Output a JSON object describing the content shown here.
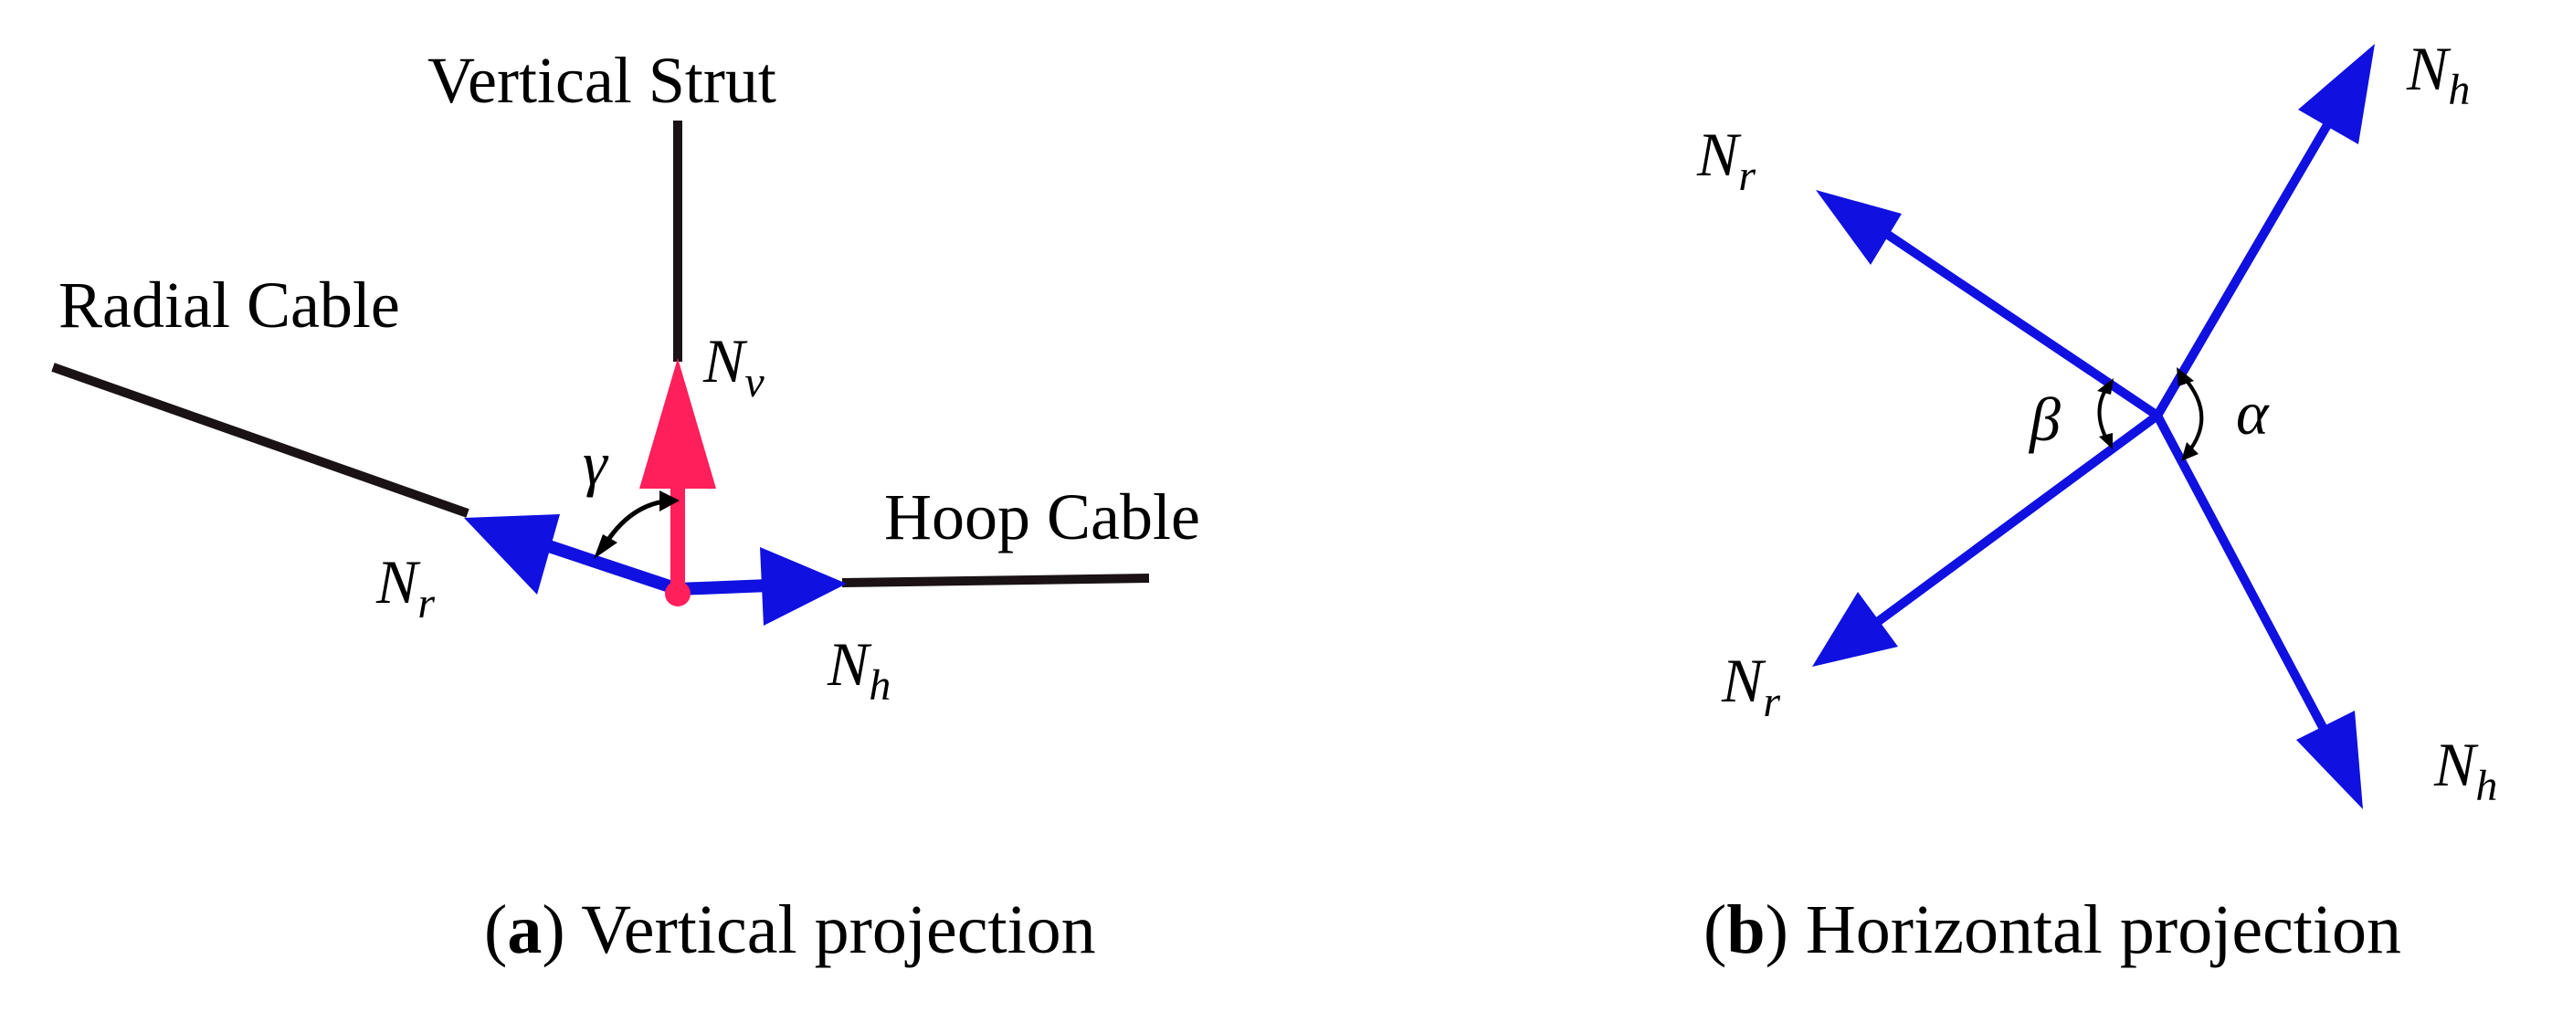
{
  "panel_a": {
    "label_vertical_strut": "Vertical Strut",
    "label_radial_cable": "Radial Cable",
    "label_hoop_cable": "Hoop Cable",
    "force_v": {
      "symbol": "N",
      "subscript": "v"
    },
    "force_r": {
      "symbol": "N",
      "subscript": "r"
    },
    "force_h": {
      "symbol": "N",
      "subscript": "h"
    },
    "angle_label": "γ",
    "caption": {
      "letter": "a",
      "text": " Vertical projection"
    }
  },
  "panel_b": {
    "force_h_top": {
      "symbol": "N",
      "subscript": "h"
    },
    "force_r_top": {
      "symbol": "N",
      "subscript": "r"
    },
    "force_r_bottom": {
      "symbol": "N",
      "subscript": "r"
    },
    "force_h_bottom": {
      "symbol": "N",
      "subscript": "h"
    },
    "angle_alpha": "α",
    "angle_beta": "β",
    "caption": {
      "letter": "b",
      "text": " Horizontal projection"
    }
  },
  "colors": {
    "member": "#1a1214",
    "force_blue": "#1010e0",
    "force_red": "#ff1f5a",
    "text": "#000000"
  }
}
